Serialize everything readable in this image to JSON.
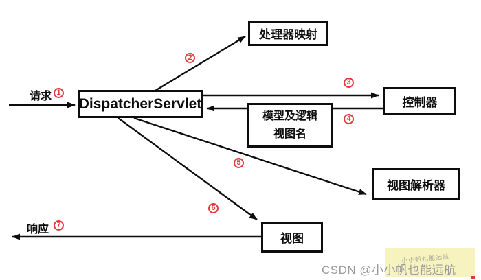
{
  "diagram": {
    "nodes": {
      "dispatcher": {
        "label": "DispatcherServlet"
      },
      "handler_mapping": {
        "label": "处理器映射"
      },
      "controller": {
        "label": "控制器"
      },
      "model_view": {
        "label_line1": "模型及逻辑",
        "label_line2": "视图名"
      },
      "view_resolver": {
        "label": "视图解析器"
      },
      "view": {
        "label": "视图"
      }
    },
    "edge_labels": {
      "request": "请求",
      "response": "响应"
    },
    "steps": [
      "1",
      "2",
      "3",
      "4",
      "5",
      "6",
      "7"
    ]
  },
  "watermark": {
    "main_text": "CSDN @小小帆也能远航",
    "overlay_text": "小小帆也能远航",
    "highlight_color": "#f7f2bb"
  },
  "colors": {
    "step_red": "#e8363c",
    "line_black": "#0d0d0d",
    "watermark_gray": "#9a9a9a"
  }
}
